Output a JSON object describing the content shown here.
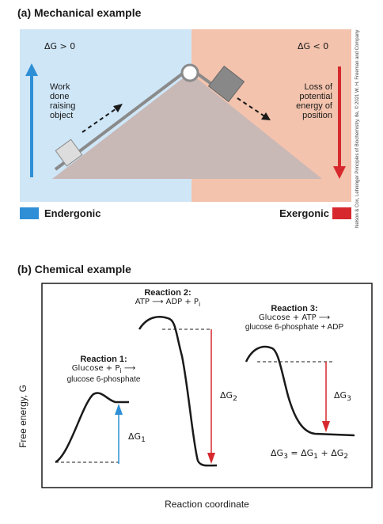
{
  "panel_a": {
    "title": "(a) Mechanical example",
    "left_delta": "ΔG > 0",
    "right_delta": "ΔG < 0",
    "left_text": [
      "Work",
      "done",
      "raising",
      "object"
    ],
    "right_text": [
      "Loss of",
      "potential",
      "energy of",
      "position"
    ],
    "legend_left": "Endergonic",
    "legend_right": "Exergonic",
    "colors": {
      "left_bg": "#cfe6f7",
      "right_bg": "#f3c3ad",
      "hill": "#c8b8b6",
      "blue": "#2f8fd6",
      "red": "#d6282d"
    }
  },
  "credit": "Nelson & Cox, Lehninger Principles of Biochemistry, 8e, © 2021 W. H. Freeman and Company",
  "panel_b": {
    "title": "(b) Chemical example",
    "y_axis_label": "Free energy, G",
    "x_axis_label": "Reaction coordinate",
    "reaction1": {
      "title": "Reaction 1:",
      "line1": "Glucose + P",
      "line1_sub": "i",
      "line1_tail": " ⟶",
      "line2": "glucose 6-phosphate",
      "delta": "ΔG",
      "delta_sub": "1"
    },
    "reaction2": {
      "title": "Reaction 2:",
      "line1": "ATP ⟶ ADP + P",
      "line1_sub": "i",
      "delta": "ΔG",
      "delta_sub": "2"
    },
    "reaction3": {
      "title": "Reaction 3:",
      "line1": "Glucose + ATP ⟶",
      "line2": "glucose 6-phosphate + ADP",
      "delta": "ΔG",
      "delta_sub": "3"
    },
    "sum_equation": {
      "lhs": "ΔG",
      "lhs_sub": "3",
      "eq": " = ",
      "a": "ΔG",
      "a_sub": "1",
      "plus": " + ",
      "b": "ΔG",
      "b_sub": "2"
    }
  }
}
